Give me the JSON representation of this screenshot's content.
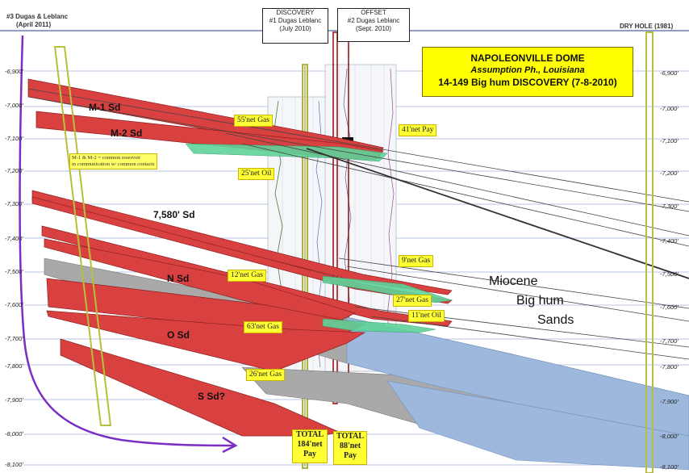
{
  "headers": {
    "well_left": "#3 Dugas & Leblanc",
    "well_left_date": "(April 2011)",
    "discovery_title": "DISCOVERY",
    "discovery_well": "#1 Dugas Leblanc",
    "discovery_date": "(July 2010)",
    "offset_title": "OFFSET",
    "offset_well": "#2 Dugas Leblanc",
    "offset_date": "(Sept. 2010)",
    "dry_hole": "DRY HOLE (1981)"
  },
  "title_box": {
    "line1": "NAPOLEONVILLE DOME",
    "line2": "Assumption Ph., Louisiana",
    "line3": "14-149 Big hum DISCOVERY (7-8-2010)"
  },
  "depths_left": [
    "-6,900'",
    "-7,000'",
    "-7,100'",
    "-7,200'",
    "-7,300'",
    "-7,400'",
    "-7,500'",
    "-7,600'",
    "-7,700'",
    "-7,800'",
    "-7,900'",
    "-8,000'",
    "-8,100'"
  ],
  "depths_right": [
    "-6,900'",
    "-7,000'",
    "-7,100'",
    "-7,200'",
    "-7,300'",
    "-7,400'",
    "-7,500'",
    "-7,600'",
    "-7,700'",
    "-7,800'",
    "-7,900'",
    "-8,000'",
    "-8,100'"
  ],
  "sands": {
    "m1": "M-1 Sd",
    "m2": "M-2 Sd",
    "s7580": "7,580' Sd",
    "n": "N Sd",
    "o": "O Sd",
    "s": "S Sd?"
  },
  "pay_tags": {
    "t55": "55'net Gas",
    "t41": "41'net Pay",
    "t25": "25'net Oil",
    "t9": "9'net Gas",
    "t12": "12'net Gas",
    "t27": "27'net Gas",
    "t11": "11'net Oil",
    "t63": "63'net Gas",
    "t26": "26'net Gas"
  },
  "note": {
    "line1": "M-1 & M-2 = common reservoir",
    "line2": "in communication w/ common contacts"
  },
  "miocene": {
    "line1": "Miocene",
    "line2": "Big hum",
    "line3": "Sands"
  },
  "totals": {
    "left_l1": "TOTAL",
    "left_l2": "184'net",
    "left_l3": "Pay",
    "right_l1": "TOTAL",
    "right_l2": "88'net",
    "right_l3": "Pay"
  },
  "colors": {
    "sand_red": "#d94141",
    "shale_gray": "#a9a9a9",
    "water_blue": "#9db8dc",
    "gas_oil_green": "#5fd39a",
    "grid_line": "#b8c4e6",
    "fault_purple": "#7a2fc4",
    "tag_yellow": "#ffff33"
  }
}
